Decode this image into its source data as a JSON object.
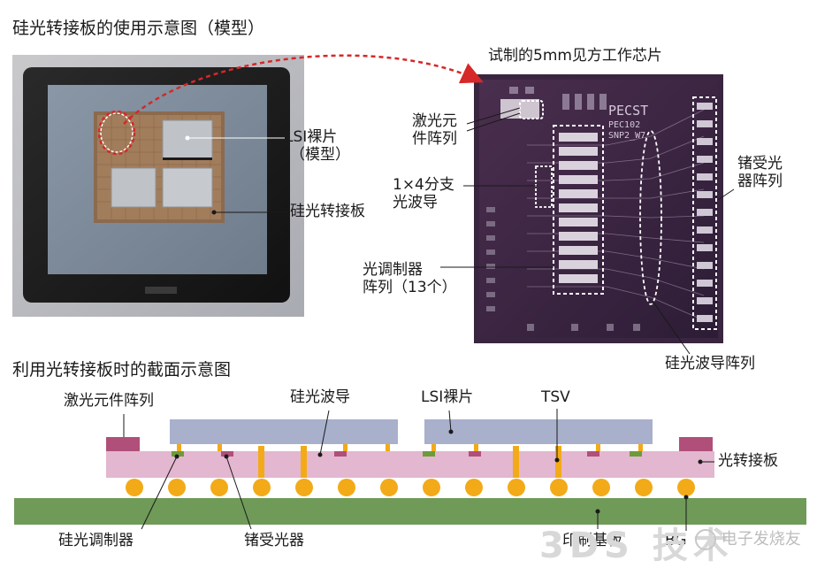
{
  "top_left": {
    "title": "硅光转接板的使用示意图（模型）",
    "lsi_chip_line1": "LSI裸片",
    "lsi_chip_line2": "（模型）",
    "interposer": "硅光转接板"
  },
  "top_right": {
    "title": "试制的5mm见方工作芯片",
    "laser_array_line1": "激光元",
    "laser_array_line2": "件阵列",
    "splitter_line1": "1×4分支",
    "splitter_line2": "光波导",
    "modulator_line1": "光调制器",
    "modulator_line2": "阵列（13个）",
    "ge_detector_line1": "锗受光",
    "ge_detector_line2": "器阵列",
    "si_waveguide_array": "硅光波导阵列",
    "chip_mark_1": "PECST",
    "chip_mark_2": "PEC102",
    "chip_mark_3": "SNP2_W7"
  },
  "bottom": {
    "title": "利用光转接板时的截面示意图",
    "laser_array": "激光元件阵列",
    "si_waveguide": "硅光波导",
    "lsi_chip": "LSI裸片",
    "tsv": "TSV",
    "optical_interposer": "光转接板",
    "si_modulator": "硅光调制器",
    "ge_detector": "锗受光器",
    "pcb": "印刷基板",
    "bga": "BG"
  },
  "watermark": {
    "left": "3DS 技术",
    "right": "电子发烧友"
  },
  "colors": {
    "interposer": "#e3b7cf",
    "lsi": "#a8b0cc",
    "pcb": "#6f9a58",
    "ball": "#f3aa18",
    "tsv": "#f3aa18",
    "laser": "#b04f79",
    "modulator": "#6e9b3a",
    "red_dash": "#d62828"
  }
}
